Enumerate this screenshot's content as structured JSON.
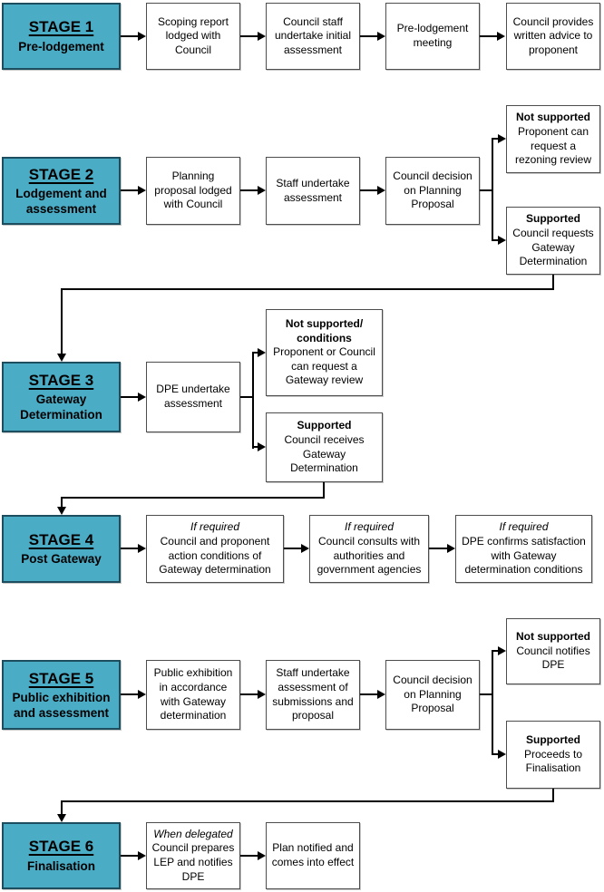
{
  "colors": {
    "stage_fill": "#4bacc6",
    "stage_border": "#1d4e5f",
    "node_border": "#4d4d4d",
    "connector": "#000000"
  },
  "stages": {
    "s1": {
      "title": "STAGE 1",
      "subtitle": "Pre-lodgement",
      "steps": [
        "Scoping report lodged with Council",
        "Council staff undertake initial assessment",
        "Pre-lodgement meeting",
        "Council provides written advice to proponent"
      ]
    },
    "s2": {
      "title": "STAGE 2",
      "subtitle": "Lodgement and assessment",
      "steps": [
        "Planning proposal lodged with Council",
        "Staff undertake assessment",
        "Council decision on Planning Proposal"
      ],
      "branches": {
        "not_supported": {
          "label": "Not supported",
          "text": "Proponent can request a rezoning review"
        },
        "supported": {
          "label": "Supported",
          "text": "Council requests Gateway Determination"
        }
      }
    },
    "s3": {
      "title": "STAGE 3",
      "subtitle": "Gateway Determination",
      "steps": [
        "DPE undertake assessment"
      ],
      "branches": {
        "not_supported": {
          "label": "Not supported/ conditions",
          "text": "Proponent or Council can request a Gateway review"
        },
        "supported": {
          "label": "Supported",
          "text": "Council receives Gateway Determination"
        }
      }
    },
    "s4": {
      "title": "STAGE 4",
      "subtitle": "Post Gateway",
      "steps": [
        {
          "qualifier": "If required",
          "text": "Council and proponent action conditions of Gateway determination"
        },
        {
          "qualifier": "If required",
          "text": "Council consults with authorities and government agencies"
        },
        {
          "qualifier": "If required",
          "text": "DPE confirms satisfaction with Gateway determination conditions"
        }
      ]
    },
    "s5": {
      "title": "STAGE 5",
      "subtitle": "Public exhibition and assessment",
      "steps": [
        "Public exhibition in accordance with Gateway determination",
        "Staff undertake assessment of submissions and proposal",
        "Council decision on Planning Proposal"
      ],
      "branches": {
        "not_supported": {
          "label": "Not supported",
          "text": "Council notifies DPE"
        },
        "supported": {
          "label": "Supported",
          "text": "Proceeds to Finalisation"
        }
      }
    },
    "s6": {
      "title": "STAGE 6",
      "subtitle": "Finalisation",
      "steps": [
        {
          "qualifier": "When delegated",
          "text": "Council prepares LEP and notifies DPE"
        },
        {
          "text": "Plan notified and comes into effect"
        }
      ]
    }
  }
}
